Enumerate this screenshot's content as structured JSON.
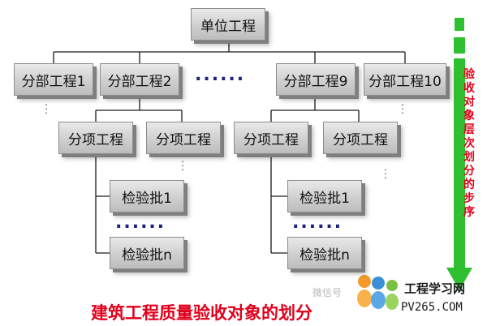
{
  "diagram": {
    "root": "单位工程",
    "sub_units": [
      "分部工程1",
      "分部工程2",
      "分部工程9",
      "分部工程10"
    ],
    "sub_ellipsis": "......",
    "items": [
      "分项工程",
      "分项工程",
      "分项工程",
      "分项工程"
    ],
    "batches_left": [
      "检验批1",
      "检验批n"
    ],
    "batches_right": [
      "检验批1",
      "检验批n"
    ],
    "batch_ellipsis": "......",
    "side_text": "验收对象层次划分的步序",
    "title": "建筑工程质量验收对象的划分"
  },
  "watermark": {
    "wechat": "微信号",
    "logo_cn": "工程学习网",
    "logo_url": "PV265.COM"
  },
  "colors": {
    "node_fill": "#cfcfcf",
    "node_shadow": "#7f7f7f",
    "arrow_green": "#2fc02f",
    "title_red": "#e0001b",
    "dots_blue": "#1a237e"
  }
}
